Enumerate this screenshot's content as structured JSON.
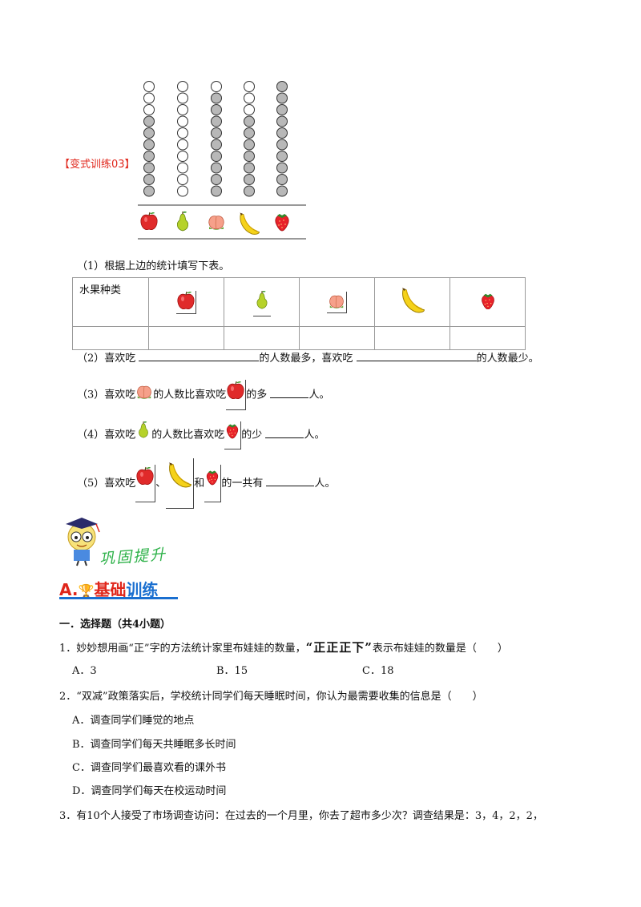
{
  "variant_label": "【变式训练03】",
  "bead_chart": {
    "columns": [
      {
        "fruit": "apple",
        "open": 3,
        "filled": 7
      },
      {
        "fruit": "pear",
        "open": 10,
        "filled": 0
      },
      {
        "fruit": "peach",
        "open": 1,
        "filled": 9
      },
      {
        "fruit": "banana",
        "open": 3,
        "filled": 7
      },
      {
        "fruit": "strawberry",
        "open": 0,
        "filled": 10
      }
    ]
  },
  "q1": "（1）根据上边的统计填写下表。",
  "table": {
    "header": "水果种类"
  },
  "q2": {
    "prefix": "（2）喜欢吃",
    "middle": "的人数最多，喜欢吃",
    "suffix": "的人数最少。"
  },
  "q3": {
    "prefix": "（3）喜欢吃",
    "middle": "的人数比喜欢吃",
    "suffix": "的多",
    "unit": "人。"
  },
  "q4": {
    "prefix": "（4）喜欢吃",
    "middle": "的人数比喜欢吃",
    "suffix": "的少",
    "unit": "人。"
  },
  "q5": {
    "prefix": "（5）喜欢吃",
    "sep1": "、",
    "sep2": "和",
    "suffix": "的一共有",
    "unit": "人。"
  },
  "banner_title": "巩固提升",
  "section_a": {
    "letter": "A.",
    "title1": "基础",
    "title2": "训练"
  },
  "part1_title": "一．选择题（共4小题）",
  "questions": [
    {
      "num": "1．",
      "text_before": "妙妙想用画“正”字的方法统计家里布娃娃的数量，",
      "tally": "“正正正下”",
      "text_after": "表示布娃娃的数量是（　　）",
      "options": [
        "A．3",
        "B．15",
        "C．18"
      ]
    },
    {
      "num": "2．",
      "text": "“双减”政策落实后，学校统计同学们每天睡眠时间，你认为最需要收集的信息是（　　）",
      "options": [
        "A．调查同学们睡觉的地点",
        "B．调查同学们每天共睡眠多长时间",
        "C．调查同学们最喜欢看的课外书",
        "D．调查同学们每天在校运动时间"
      ]
    },
    {
      "num": "3．",
      "text": "有10个人接受了市场调查访问：在过去的一个月里，你去了超市多少次？调查结果是：3，4，2，2，"
    }
  ]
}
